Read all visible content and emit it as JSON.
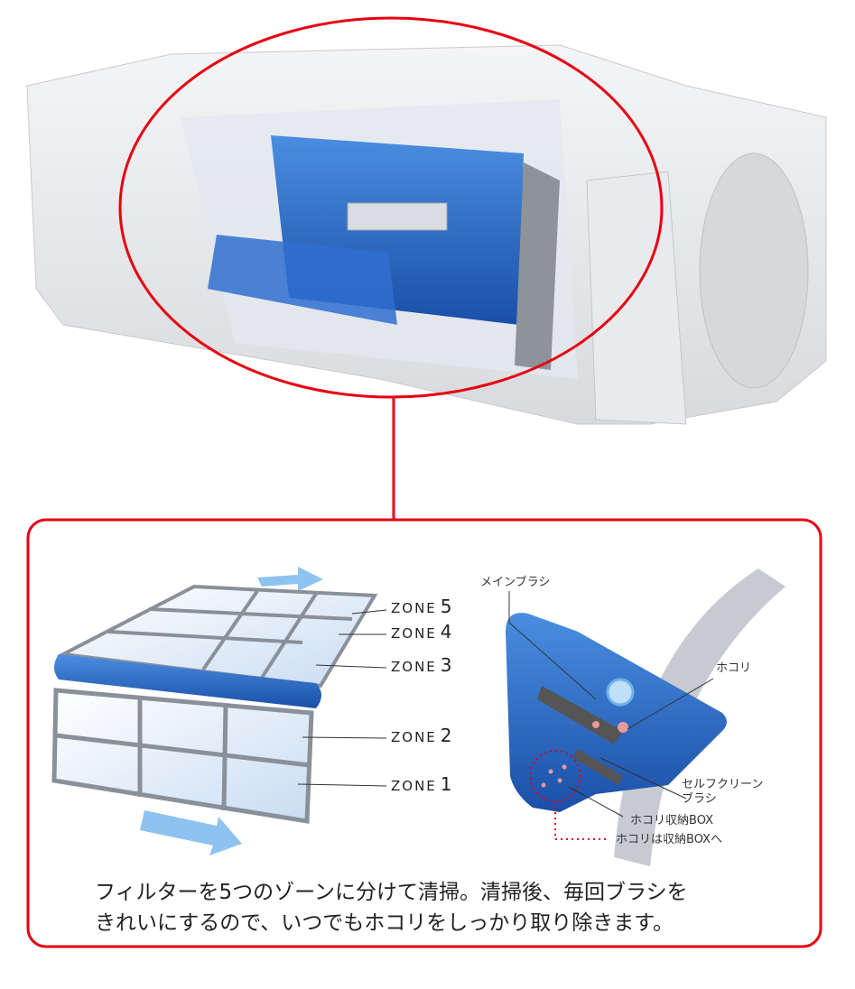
{
  "colors": {
    "accent_red": "#e60012",
    "brush_blue": "#1f5fbf"
  },
  "filter_zones": [
    {
      "label": "ZONE",
      "number": "5"
    },
    {
      "label": "ZONE",
      "number": "4"
    },
    {
      "label": "ZONE",
      "number": "3"
    },
    {
      "label": "ZONE",
      "number": "2"
    },
    {
      "label": "ZONE",
      "number": "1"
    }
  ],
  "brush_labels": {
    "main_brush": "メインブラシ",
    "dust": "ホコリ",
    "self_clean_brush_1": "セルフクリーン",
    "self_clean_brush_2": "ブラシ",
    "dust_box": "ホコリ収納BOX",
    "dust_to_box": "ホコリは収納BOXへ"
  },
  "caption": {
    "line1": "フィルターを5つのゾーンに分けて清掃。清掃後、毎回ブラシを",
    "line2": "きれいにするので、いつでもホコリをしっかり取り除きます。"
  }
}
